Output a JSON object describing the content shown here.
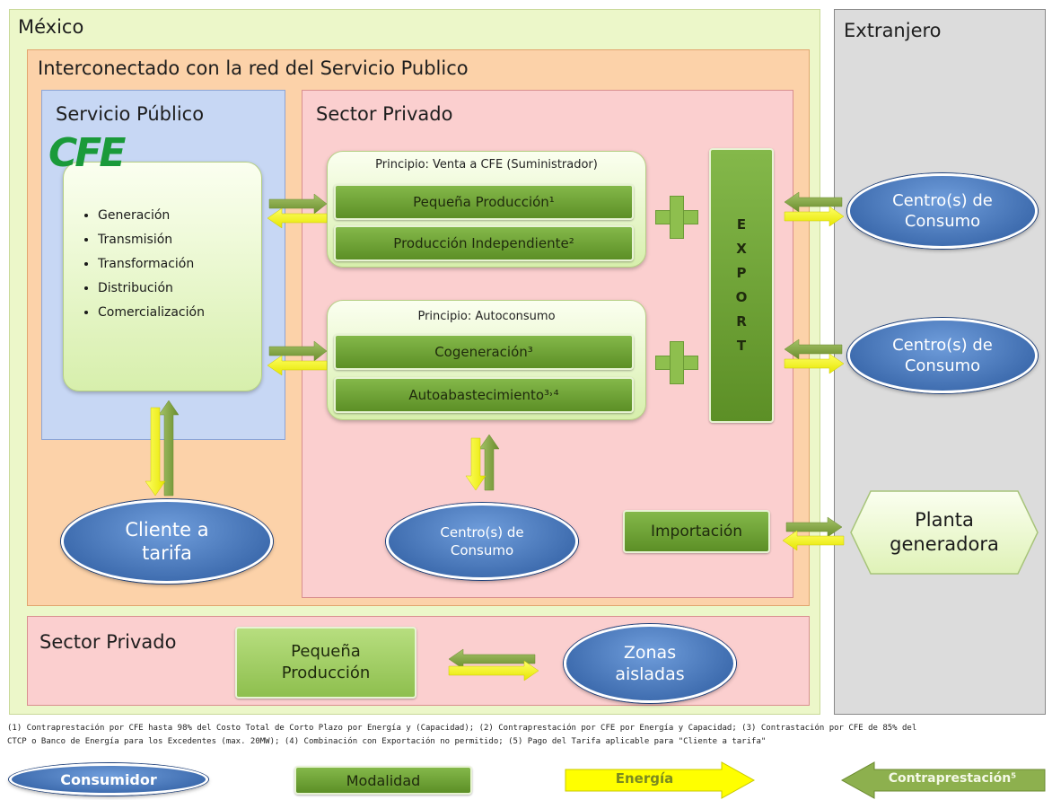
{
  "regions": {
    "mexico": "México",
    "extranjero": "Extranjero",
    "interconectado": "Interconectado con la red del Servicio Publico",
    "servicio_publico": "Servicio Público",
    "sector_privado": "Sector Privado",
    "sector_privado_bottom": "Sector Privado"
  },
  "cfe": {
    "logo": "CFE",
    "functions": [
      "Generación",
      "Transmisión",
      "Transformación",
      "Distribución",
      "Comercialización"
    ]
  },
  "principio_venta": {
    "title": "Principio: Venta a CFE (Suministrador)",
    "items": [
      "Pequeña Producción¹",
      "Producción Independiente²"
    ]
  },
  "principio_autoconsumo": {
    "title": "Principio: Autoconsumo",
    "items": [
      "Cogeneración³",
      "Autoabastecimiento³˒⁴"
    ]
  },
  "export_letters": [
    "E",
    "X",
    "P",
    "O",
    "R",
    "T"
  ],
  "consumers": {
    "centro_1": "Centro(s) de Consumo",
    "centro_2": "Centro(s) de Consumo",
    "centro_priv": "Centro(s) de Consumo",
    "cliente_tarifa": "Cliente a tarifa",
    "zonas_aisladas": "Zonas aisladas"
  },
  "importacion": "Importación",
  "planta_generadora": "Planta generadora",
  "pequena_produccion_bottom": "Pequeña Producción",
  "footnotes": {
    "line1": "(1) Contraprestación por CFE hasta 98% del Costo Total de Corto Plazo por Energía y (Capacidad); (2) Contraprestación por CFE por Energía y Capacidad; (3) Contrastación por CFE de 85% del",
    "line2": "CTCP o Banco de Energía para los Excedentes (max. 20MW); (4) Combinación con Exportación no permitido; (5) Pago del Tarifa aplicable para \"Cliente a tarifa\""
  },
  "legend": {
    "consumidor": "Consumidor",
    "modalidad": "Modalidad",
    "energia": "Energía",
    "contraprestacion": "Contraprestación⁵"
  },
  "colors": {
    "energy_arrow": "#ffff00",
    "payment_arrow": "#7a9b3a",
    "consumer_blue": "#2c5a9e",
    "modality_green": "#6fa236"
  }
}
